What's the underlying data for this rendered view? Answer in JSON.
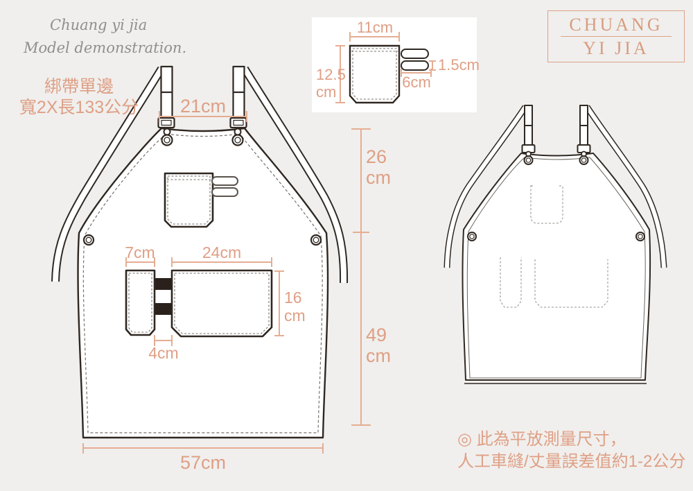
{
  "colors": {
    "accent_text": "#df9f85",
    "accent_line": "#e5ad92",
    "ink": "#2f2721",
    "background": "#f0efed"
  },
  "brand_script": {
    "line1": "Chuang yi jia",
    "line2": "Model demonstration."
  },
  "logo": {
    "line1": "CHUANG",
    "line2": "YI JIA"
  },
  "strap_note": {
    "line1": "綁帶單邊",
    "line2": "寬2X長133公分"
  },
  "front_apron": {
    "neck_width": "21cm",
    "bib_height": [
      "26",
      "cm"
    ],
    "skirt_height": [
      "49",
      "cm"
    ],
    "bottom_width": "57cm",
    "small_pocket_width": "7cm",
    "large_pocket_width": "24cm",
    "pocket_height": [
      "16",
      "cm"
    ],
    "pocket_gap": "4cm"
  },
  "pocket_detail": {
    "width": "11cm",
    "height": [
      "12.5",
      "cm"
    ],
    "loop_height": "1.5cm",
    "loop_spacing": "6cm"
  },
  "note": {
    "line1": "◎ 此為平放測量尺寸，",
    "line2": "人工車縫/丈量誤差值約1-2公分"
  }
}
